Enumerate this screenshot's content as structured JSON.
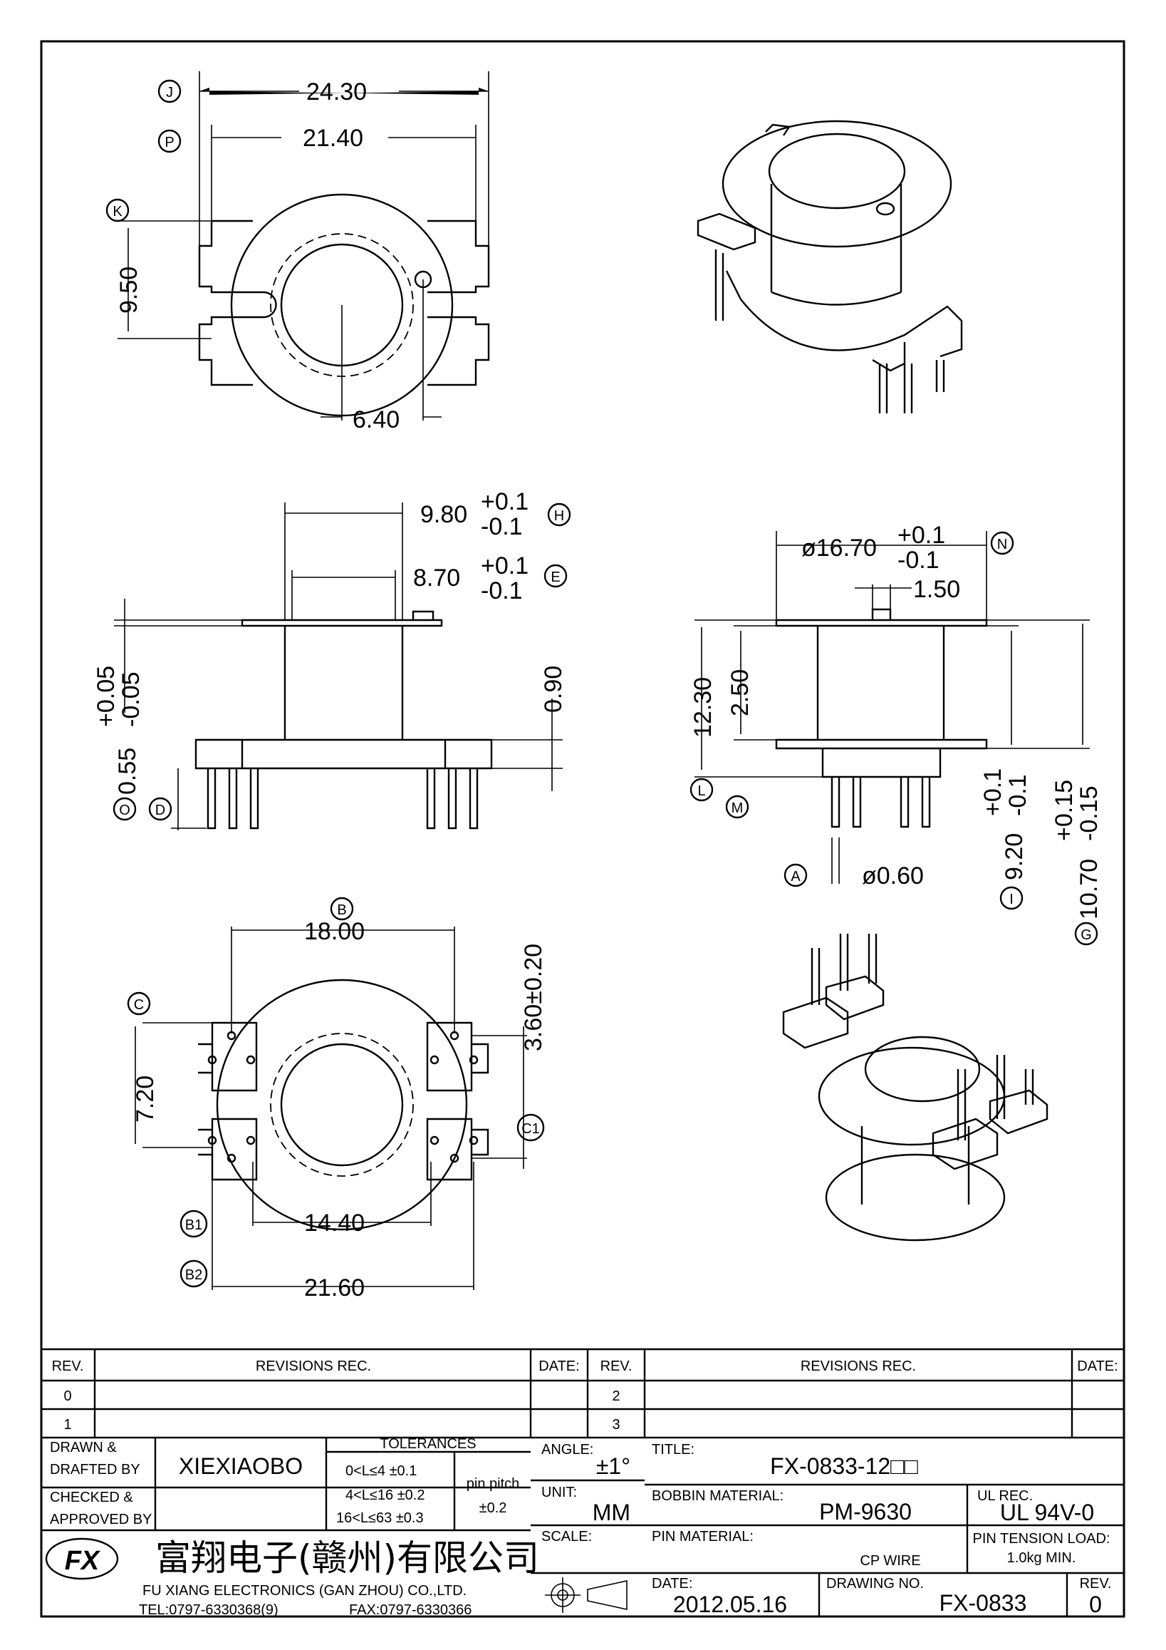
{
  "top_view": {
    "dims": [
      "24.30",
      "21.40",
      "9.50",
      "6.40"
    ],
    "refs": [
      "J",
      "P",
      "K"
    ]
  },
  "side_view": {
    "dims": [
      "9.80",
      "8.70",
      "0.90",
      "0.55"
    ],
    "tols": [
      "+0.1",
      "-0.1",
      "+0.1",
      "-0.1",
      "+0.05",
      "-0.05"
    ],
    "refs": [
      "H",
      "E",
      "O",
      "D"
    ]
  },
  "front_view": {
    "dims": [
      "ø16.70",
      "1.50",
      "12.30",
      "2.50",
      "ø0.60",
      "9.20",
      "10.70"
    ],
    "tols": [
      "+0.1",
      "-0.1",
      "+0.1",
      "-0.1",
      "+0.15",
      "-0.15"
    ],
    "refs": [
      "N",
      "L",
      "M",
      "A",
      "I",
      "G"
    ]
  },
  "bottom_view": {
    "dims": [
      "18.00",
      "3.60±0.20",
      "7.20",
      "14.40",
      "21.60"
    ],
    "refs": [
      "B",
      "C",
      "C1",
      "B1",
      "B2"
    ]
  },
  "revisions": {
    "rev_header": "REV.",
    "rec_header": "REVISIONS    REC.",
    "date_header": "DATE:",
    "left_revs": [
      "0",
      "1"
    ],
    "right_revs": [
      "2",
      "3"
    ]
  },
  "title_block": {
    "drawn_label_1": "DRAWN  &",
    "drawn_label_2": "DRAFTED BY",
    "drawn_by": "XIEXIAOBO",
    "checked_label_1": "CHECKED  &",
    "checked_label_2": "APPROVED BY",
    "tolerances_label": "TOLERANCES",
    "tol_rows": [
      "0<L≤4    ±0.1",
      "4<L≤16  ±0.2",
      "16<L≤63  ±0.3"
    ],
    "pin_pitch_label": "pin  pitch",
    "pin_pitch_value": "±0.2",
    "angle_label": "ANGLE:",
    "angle_value": "±1°",
    "unit_label": "UNIT:",
    "unit_value": "MM",
    "scale_label": "SCALE:",
    "title_label": "TITLE:",
    "title_value": "FX-0833-12□□",
    "bobbin_label": "BOBBIN  MATERIAL:",
    "bobbin_value": "PM-9630",
    "ul_label": "UL  REC.",
    "ul_value": "UL  94V-0",
    "pin_label": "PIN  MATERIAL:",
    "pin_value": "CP  WIRE",
    "tension_label": "PIN  TENSION  LOAD:",
    "tension_value": "1.0kg  MIN.",
    "date_label": "DATE:",
    "date_value": "2012.05.16",
    "drawing_no_label": "DRAWING  NO.",
    "drawing_no_value": "FX-0833",
    "rev_label": "REV.",
    "rev_value": "0"
  },
  "company": {
    "name_cn": "富翔电子(赣州)有限公司",
    "name_en": "FU  XIANG  ELECTRONICS  (GAN  ZHOU)  CO.,LTD.",
    "tel": "TEL:0797-6330368(9)",
    "fax": "FAX:0797-6330366",
    "logo_text": "FX"
  }
}
